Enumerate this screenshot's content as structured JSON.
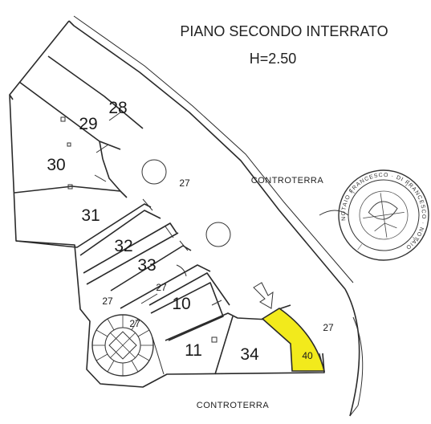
{
  "plan": {
    "title": "PIANO SECONDO INTERRATO",
    "height_label": "H=2.50",
    "earth_label_right": "CONTROTERRA",
    "earth_label_bottom": "CONTROTERRA",
    "highlight_color": "#f2ea1c",
    "units": {
      "u28": "28",
      "u29": "29",
      "u30": "30",
      "u27_main": "27",
      "u31": "31",
      "u32": "32",
      "u33": "33",
      "u27_small": "27",
      "u10": "10",
      "u27_left": "27",
      "u27_stair": "27",
      "u11": "11",
      "u34": "34",
      "u40": "40",
      "u27_right": "27"
    },
    "stamp": {
      "text": "NOTAIO FRANCESCO · DI FRANCESCO · NOTAIO",
      "icon": "notary-seal-icon"
    }
  }
}
